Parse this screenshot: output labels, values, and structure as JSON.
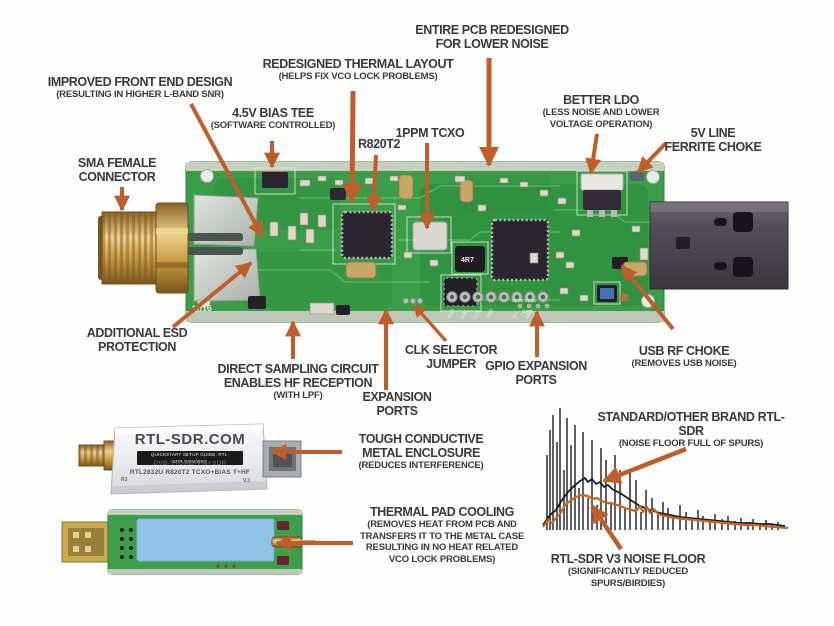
{
  "colors": {
    "arrow": "#c05d2b",
    "label_text": "#3a3a3a",
    "pcb_green": "#3a9d47",
    "thermal_pad_blue": "#8fc2e6",
    "trace_black": "#1c1c1c",
    "trace_orange": "#c8651e",
    "gold": "#c89a42",
    "usb_metal": "#4e484d"
  },
  "annotations": {
    "improved_front_end": {
      "title": "IMPROVED FRONT END DESIGN",
      "sub1": "(RESULTING IN HIGHER L-BAND SNR)"
    },
    "redesigned_thermal": {
      "title": "REDESIGNED THERMAL LAYOUT",
      "sub1": "(HELPS FIX VCO LOCK PROBLEMS)"
    },
    "entire_pcb": {
      "title1": "ENTIRE PCB REDESIGNED",
      "title2": "FOR LOWER NOISE"
    },
    "bias_tee": {
      "title": "4.5V BIAS TEE",
      "sub1": "(SOFTWARE CONTROLLED)"
    },
    "r820t2": {
      "title": "R820T2"
    },
    "tcxo": {
      "title": "1PPM TCXO"
    },
    "better_ldo": {
      "title": "BETTER LDO",
      "sub1": "(LESS NOISE AND LOWER",
      "sub2": "VOLTAGE OPERATION)"
    },
    "ferrite_choke": {
      "title1": "5V LINE",
      "title2": "FERRITE CHOKE"
    },
    "sma_female": {
      "title1": "SMA FEMALE",
      "title2": "CONNECTOR"
    },
    "esd": {
      "title1": "ADDITIONAL ESD",
      "title2": "PROTECTION"
    },
    "direct_sampling": {
      "title1": "DIRECT SAMPLING CIRCUIT",
      "title2": "ENABLES HF RECEPTION",
      "sub1": "(WITH LPF)"
    },
    "clk_jumper": {
      "title1": "CLK SELECTOR",
      "title2": "JUMPER"
    },
    "expansion_ports": {
      "title1": "EXPANSION",
      "title2": "PORTS"
    },
    "gpio_ports": {
      "title1": "GPIO EXPANSION",
      "title2": "PORTS"
    },
    "usb_choke": {
      "title": "USB RF CHOKE",
      "sub1": "(REMOVES USB NOISE)"
    },
    "enclosure": {
      "title1": "TOUGH CONDUCTIVE",
      "title2": "METAL ENCLOSURE",
      "sub1": "(REDUCES INTERFERENCE)"
    },
    "thermal_pad": {
      "title": "THERMAL PAD COOLING",
      "sub1": "(REMOVES HEAT FROM PCB AND",
      "sub2": "TRANSFERS IT TO THE METAL CASE",
      "sub3": "RESULTING IN NO HEAT RELATED",
      "sub4": "VCO LOCK PROBLEMS)"
    },
    "standard_rtlsdr": {
      "title": "STANDARD/OTHER BRAND RTL-SDR",
      "sub1": "(NOISE FLOOR FULL OF SPURS)"
    },
    "v3_noise_floor": {
      "title": "RTL-SDR V3 NOISE FLOOR",
      "sub1": "(SIGNIFICANTLY REDUCED",
      "sub2": "SPURS/BIRDIES)"
    }
  },
  "pcb_text": {
    "year": "2016",
    "inductor": "4R7",
    "gpio_pins": "29 30 31 32",
    "gpio_label": "GPIO",
    "header_pins": [
      "GND",
      "3.3v",
      "CLK",
      "GND",
      "SCL",
      "SDA"
    ]
  },
  "enclosure_text": {
    "brand": "RTL-SDR.COM",
    "guide": "QUICKSTART SETUP GUIDE: RTL-SDR.COM/QSG",
    "features": "DVB-T+DAB+FM+SDR",
    "model": "RTL2832U R820T2 TCXO+BIAS T+HF",
    "rev_left": "R3",
    "rev_right": "V.3"
  },
  "spectrum_chart": {
    "type": "line",
    "description": "Noise floor comparison inset (no axes or tick labels shown)",
    "legend": [
      "Standard/other brand RTL-SDR noise floor (black, many spurs)",
      "RTL-SDR V3 noise floor (orange, reduced spurs)"
    ],
    "axes_shown": false,
    "spikes": {
      "color": "#1c1c1c",
      "baseline_y": 128,
      "points": [
        [
          7,
          53
        ],
        [
          10,
          28
        ],
        [
          13,
          13
        ],
        [
          17,
          40
        ],
        [
          20,
          6
        ],
        [
          24,
          68
        ],
        [
          27,
          16
        ],
        [
          31,
          43
        ],
        [
          35,
          23
        ],
        [
          39,
          86
        ],
        [
          43,
          30
        ],
        [
          48,
          96
        ],
        [
          52,
          38
        ],
        [
          57,
          103
        ],
        [
          61,
          46
        ],
        [
          66,
          58
        ],
        [
          71,
          100
        ],
        [
          75,
          53
        ],
        [
          80,
          68
        ],
        [
          85,
          106
        ],
        [
          90,
          70
        ],
        [
          96,
          78
        ],
        [
          101,
          110
        ],
        [
          106,
          88
        ],
        [
          112,
          96
        ],
        [
          118,
          112
        ],
        [
          123,
          100
        ],
        [
          128,
          106
        ],
        [
          133,
          114
        ],
        [
          140,
          103
        ],
        [
          146,
          110
        ],
        [
          152,
          116
        ],
        [
          158,
          108
        ],
        [
          163,
          114
        ],
        [
          170,
          118
        ],
        [
          175,
          112
        ],
        [
          182,
          117
        ],
        [
          188,
          114
        ],
        [
          195,
          119
        ],
        [
          201,
          116
        ],
        [
          208,
          120
        ],
        [
          213,
          117
        ],
        [
          220,
          121
        ],
        [
          226,
          118
        ],
        [
          232,
          122
        ],
        [
          238,
          120
        ]
      ]
    },
    "series": [
      {
        "name": "standard_floor",
        "color": "#1c1c1c",
        "width": 1.8,
        "points": [
          [
            3,
            123
          ],
          [
            10,
            113
          ],
          [
            16,
            108
          ],
          [
            22,
            98
          ],
          [
            28,
            90
          ],
          [
            34,
            84
          ],
          [
            40,
            79
          ],
          [
            45,
            76
          ],
          [
            48,
            80
          ],
          [
            52,
            77
          ],
          [
            56,
            82
          ],
          [
            60,
            80
          ],
          [
            64,
            85
          ],
          [
            68,
            83
          ],
          [
            72,
            87
          ],
          [
            76,
            89
          ],
          [
            80,
            91
          ],
          [
            86,
            95
          ],
          [
            92,
            99
          ],
          [
            100,
            104
          ],
          [
            110,
            108
          ],
          [
            120,
            111
          ],
          [
            130,
            113
          ],
          [
            140,
            115
          ],
          [
            150,
            116
          ],
          [
            160,
            117
          ],
          [
            170,
            118
          ],
          [
            180,
            119
          ],
          [
            190,
            120
          ],
          [
            200,
            121
          ],
          [
            210,
            121
          ],
          [
            220,
            122
          ],
          [
            230,
            122
          ],
          [
            245,
            124
          ]
        ]
      },
      {
        "name": "v3_floor",
        "color": "#c8651e",
        "width": 2.2,
        "points": [
          [
            3,
            125
          ],
          [
            8,
            118
          ],
          [
            12,
            121
          ],
          [
            16,
            116
          ],
          [
            20,
            112
          ],
          [
            25,
            103
          ],
          [
            30,
            99
          ],
          [
            36,
            95
          ],
          [
            42,
            93
          ],
          [
            48,
            94
          ],
          [
            52,
            97
          ],
          [
            57,
            96
          ],
          [
            62,
            99
          ],
          [
            68,
            101
          ],
          [
            74,
            102
          ],
          [
            80,
            104
          ],
          [
            88,
            107
          ],
          [
            96,
            109
          ],
          [
            100,
            104
          ],
          [
            103,
            110
          ],
          [
            107,
            105
          ],
          [
            110,
            111
          ],
          [
            114,
            107
          ],
          [
            118,
            112
          ],
          [
            125,
            114
          ],
          [
            135,
            116
          ],
          [
            145,
            117
          ],
          [
            155,
            118
          ],
          [
            165,
            119
          ],
          [
            175,
            120
          ],
          [
            185,
            121
          ],
          [
            195,
            122
          ],
          [
            205,
            123
          ],
          [
            215,
            123
          ],
          [
            225,
            124
          ],
          [
            235,
            125
          ],
          [
            248,
            126
          ]
        ]
      }
    ]
  }
}
